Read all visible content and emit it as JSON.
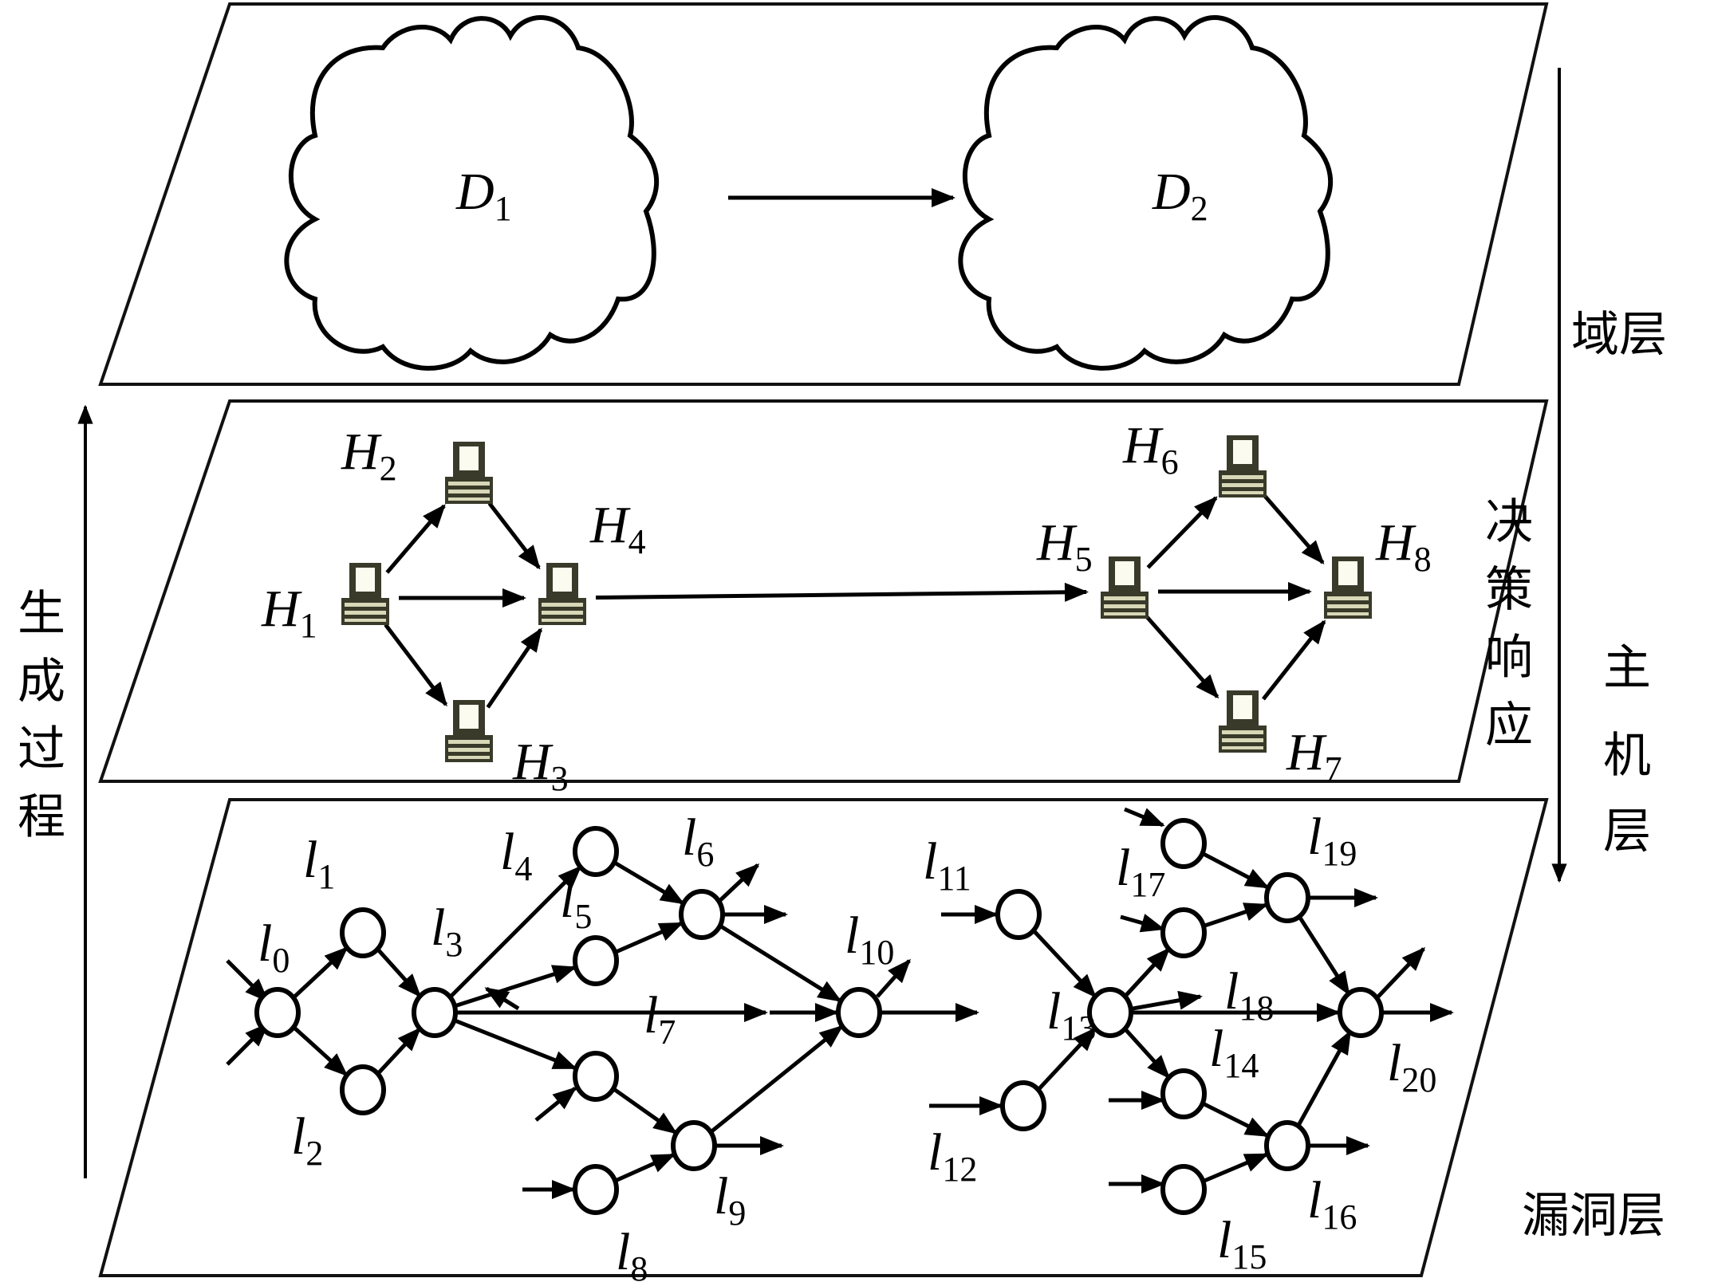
{
  "domain_layer": {
    "label": "域层",
    "domains": [
      {
        "id": "D1",
        "base": "D",
        "sub": "1"
      },
      {
        "id": "D2",
        "base": "D",
        "sub": "2"
      }
    ],
    "edges": [
      [
        "D1",
        "D2"
      ]
    ]
  },
  "host_layer": {
    "label_chars": [
      "主",
      "机",
      "层"
    ],
    "hosts": [
      {
        "id": "H1",
        "base": "H",
        "sub": "1"
      },
      {
        "id": "H2",
        "base": "H",
        "sub": "2"
      },
      {
        "id": "H3",
        "base": "H",
        "sub": "3"
      },
      {
        "id": "H4",
        "base": "H",
        "sub": "4"
      },
      {
        "id": "H5",
        "base": "H",
        "sub": "5"
      },
      {
        "id": "H6",
        "base": "H",
        "sub": "6"
      },
      {
        "id": "H7",
        "base": "H",
        "sub": "7"
      },
      {
        "id": "H8",
        "base": "H",
        "sub": "8"
      }
    ],
    "edges": [
      [
        "H1",
        "H2"
      ],
      [
        "H1",
        "H4"
      ],
      [
        "H1",
        "H3"
      ],
      [
        "H2",
        "H4"
      ],
      [
        "H3",
        "H4"
      ],
      [
        "H4",
        "H5"
      ],
      [
        "H5",
        "H6"
      ],
      [
        "H5",
        "H8"
      ],
      [
        "H5",
        "H7"
      ],
      [
        "H6",
        "H8"
      ],
      [
        "H7",
        "H8"
      ]
    ]
  },
  "vuln_layer": {
    "label": "漏洞层",
    "nodes": [
      {
        "id": "l0",
        "base": "l",
        "sub": "0"
      },
      {
        "id": "l1",
        "base": "l",
        "sub": "1"
      },
      {
        "id": "l2",
        "base": "l",
        "sub": "2"
      },
      {
        "id": "l3",
        "base": "l",
        "sub": "3"
      },
      {
        "id": "l4",
        "base": "l",
        "sub": "4"
      },
      {
        "id": "l5",
        "base": "l",
        "sub": "5"
      },
      {
        "id": "l6",
        "base": "l",
        "sub": "6"
      },
      {
        "id": "l7",
        "base": "l",
        "sub": "7"
      },
      {
        "id": "l8",
        "base": "l",
        "sub": "8"
      },
      {
        "id": "l9",
        "base": "l",
        "sub": "9"
      },
      {
        "id": "l10",
        "base": "l",
        "sub": "10"
      },
      {
        "id": "l11",
        "base": "l",
        "sub": "11"
      },
      {
        "id": "l12",
        "base": "l",
        "sub": "12"
      },
      {
        "id": "l13",
        "base": "l",
        "sub": "13"
      },
      {
        "id": "l14",
        "base": "l",
        "sub": "14"
      },
      {
        "id": "l15",
        "base": "l",
        "sub": "15"
      },
      {
        "id": "l16",
        "base": "l",
        "sub": "16"
      },
      {
        "id": "l17",
        "base": "l",
        "sub": "17"
      },
      {
        "id": "l18",
        "base": "l",
        "sub": "18"
      },
      {
        "id": "l19",
        "base": "l",
        "sub": "19"
      },
      {
        "id": "l20",
        "base": "l",
        "sub": "20"
      }
    ],
    "edges": [
      [
        "l0",
        "l1"
      ],
      [
        "l0",
        "l2"
      ],
      [
        "l1",
        "l3"
      ],
      [
        "l2",
        "l3"
      ],
      [
        "l3",
        "l4"
      ],
      [
        "l3",
        "l5"
      ],
      [
        "l3",
        "l7"
      ],
      [
        "l4",
        "l6"
      ],
      [
        "l5",
        "l6"
      ],
      [
        "l6",
        "l10"
      ],
      [
        "l7",
        "l9"
      ],
      [
        "l8",
        "l9"
      ],
      [
        "l9",
        "l10"
      ],
      [
        "l11",
        "l13"
      ],
      [
        "l12",
        "l13"
      ],
      [
        "l13",
        "l17"
      ],
      [
        "l13",
        "l18"
      ],
      [
        "l13",
        "l14"
      ],
      [
        "l13",
        "l20"
      ],
      [
        "l17",
        "l19"
      ],
      [
        "l18",
        "l19"
      ],
      [
        "l19",
        "l20"
      ],
      [
        "l14",
        "l16"
      ],
      [
        "l15",
        "l16"
      ],
      [
        "l16",
        "l20"
      ]
    ]
  },
  "left_axis": {
    "label_chars": [
      "生",
      "成",
      "过",
      "程"
    ],
    "direction": "up"
  },
  "right_axis": {
    "label_chars": [
      "决",
      "策",
      "响",
      "应"
    ],
    "direction": "down"
  }
}
